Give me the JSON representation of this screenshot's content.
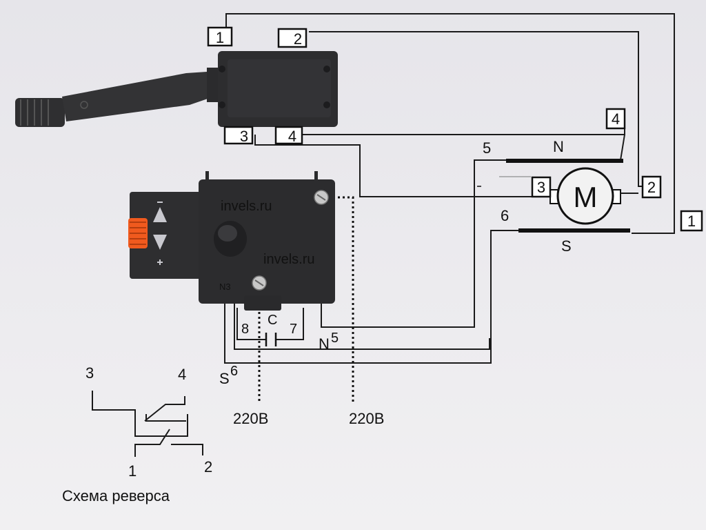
{
  "terminals": {
    "t1": "1",
    "t2": "2",
    "t3": "3",
    "t4": "4"
  },
  "motor": {
    "symbol": "M",
    "left_terminal": "3",
    "right_terminal": "2",
    "right_outer_terminal": "1",
    "top_terminal": "4"
  },
  "field_coils": {
    "n_number": "5",
    "n_label": "N",
    "s_number": "6",
    "s_label": "S"
  },
  "watermark": {
    "text_top": "invels.ru",
    "text_bottom": "invels.ru"
  },
  "switch_labels": {
    "n3": "N3",
    "pin8": "8",
    "cap": "C",
    "pin7": "7",
    "n5_letter": "N",
    "n5_number": "5",
    "s6_letter": "S",
    "s6_number": "6"
  },
  "power": {
    "left": "220В",
    "right": "220В"
  },
  "reverse_diagram": {
    "p3": "3",
    "p4": "4",
    "p1": "1",
    "p2": "2",
    "caption": "Схема реверса"
  },
  "colors": {
    "background": "#e9e8ec",
    "device_body": "#2c2c2e",
    "dial": "#f05a1e"
  }
}
